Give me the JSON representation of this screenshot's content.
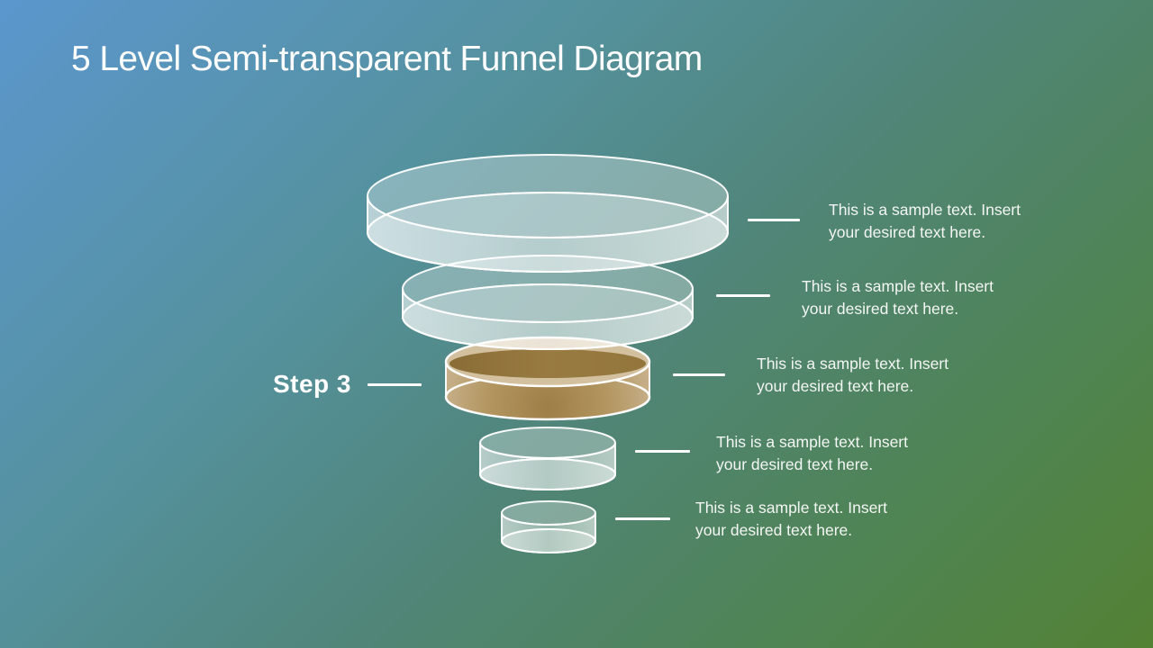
{
  "title": "5 Level Semi-transparent Funnel Diagram",
  "levels": [
    {
      "name": "level-1",
      "line1": "This is a sample text. Insert",
      "line2": "your desired text here."
    },
    {
      "name": "level-2",
      "line1": "This is a sample text. Insert",
      "line2": "your desired text here."
    },
    {
      "name": "level-3",
      "step_label": "Step 3",
      "line1": "This is a sample text. Insert",
      "line2": "your desired text here."
    },
    {
      "name": "level-4",
      "line1": "This is a sample text. Insert",
      "line2": "your desired text here."
    },
    {
      "name": "level-5",
      "line1": "This is a sample text. Insert",
      "line2": "your desired text here."
    }
  ],
  "colors": {
    "background_top_left": "#5b96cd",
    "background_middle": "#508579",
    "background_bottom_right": "#538234",
    "glass_fill": "#ffffff",
    "glass_stroke": "#ffffff",
    "highlight_top_dark": "#8f7239",
    "highlight_body_light": "#ccb795",
    "highlight_body_shadow": "#9e7e47",
    "text": "#ffffff"
  }
}
